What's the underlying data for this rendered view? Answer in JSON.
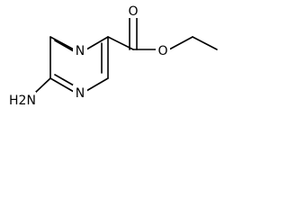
{
  "molecule": {
    "atoms": {
      "n_top": "N",
      "n_bottom": "N",
      "o_carbonyl": "O",
      "o_ester": "O",
      "amine": "H2N"
    }
  },
  "colors": {
    "bond": "#000000",
    "label": "#000000",
    "background": "#ffffff"
  }
}
